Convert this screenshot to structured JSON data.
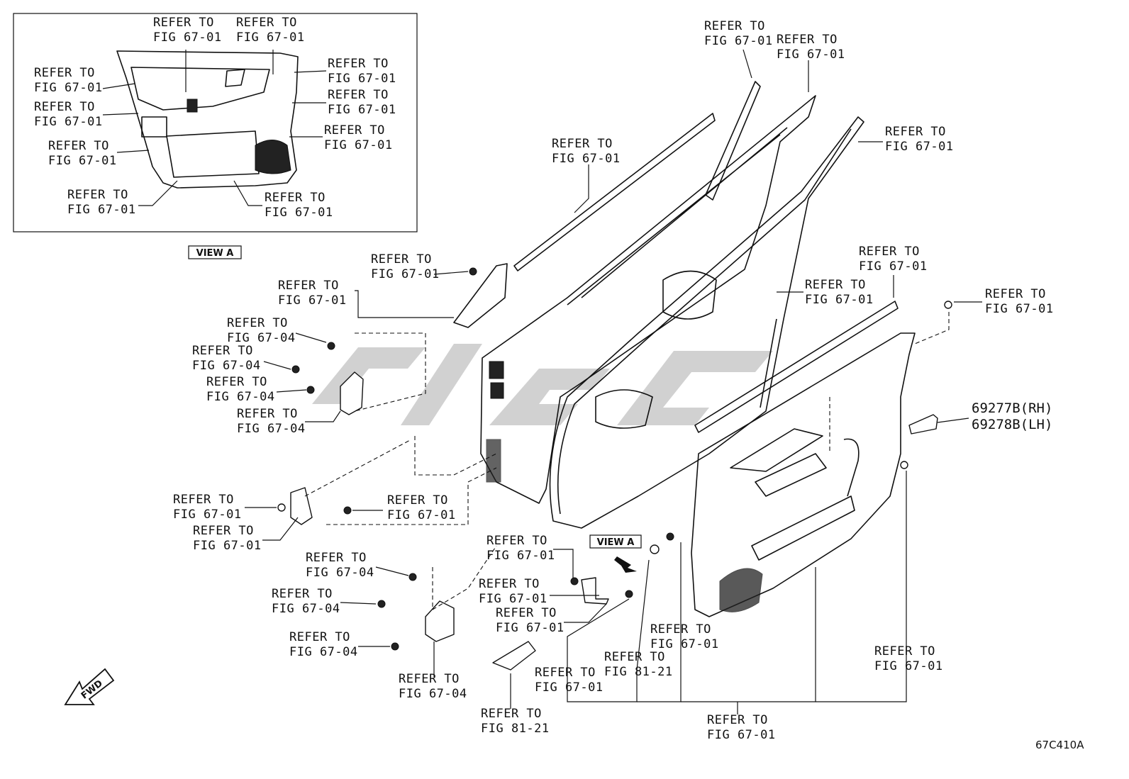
{
  "figure_code": "67C410A",
  "view_tags": {
    "upper": "VIEW A",
    "lower": "VIEW A"
  },
  "fwd_label": "FWD",
  "watermark": "CIMC",
  "part_numbers": {
    "rh": "69277B(RH)",
    "lh": "69278B(LH)"
  },
  "callouts": [
    {
      "l1": "REFER TO",
      "l2": "FIG 67-01"
    },
    {
      "l1": "REFER TO",
      "l2": "FIG 67-01"
    },
    {
      "l1": "REFER TO",
      "l2": "FIG 67-01"
    },
    {
      "l1": "REFER TO",
      "l2": "FIG 67-01"
    },
    {
      "l1": "REFER TO",
      "l2": "FIG 67-01"
    },
    {
      "l1": "REFER TO",
      "l2": "FIG 67-01"
    },
    {
      "l1": "REFER TO",
      "l2": "FIG 67-01"
    },
    {
      "l1": "REFER TO",
      "l2": "FIG 67-01"
    },
    {
      "l1": "REFER TO",
      "l2": "FIG 67-01"
    },
    {
      "l1": "REFER TO",
      "l2": "FIG 67-01"
    },
    {
      "l1": "REFER TO",
      "l2": "FIG 67-01"
    },
    {
      "l1": "REFER TO",
      "l2": "FIG 67-01"
    },
    {
      "l1": "REFER TO",
      "l2": "FIG 67-01"
    },
    {
      "l1": "REFER TO",
      "l2": "FIG 67-01"
    },
    {
      "l1": "REFER TO",
      "l2": "FIG 67-01"
    },
    {
      "l1": "REFER TO",
      "l2": "FIG 67-01"
    },
    {
      "l1": "REFER TO",
      "l2": "FIG 67-01"
    },
    {
      "l1": "REFER TO",
      "l2": "FIG 67-01"
    },
    {
      "l1": "REFER TO",
      "l2": "FIG 67-01"
    },
    {
      "l1": "REFER TO",
      "l2": "FIG 67-04"
    },
    {
      "l1": "REFER TO",
      "l2": "FIG 67-04"
    },
    {
      "l1": "REFER TO",
      "l2": "FIG 67-04"
    },
    {
      "l1": "REFER TO",
      "l2": "FIG 67-04"
    },
    {
      "l1": "REFER TO",
      "l2": "FIG 67-01"
    },
    {
      "l1": "REFER TO",
      "l2": "FIG 67-01"
    },
    {
      "l1": "REFER TO",
      "l2": "FIG 67-01"
    },
    {
      "l1": "REFER TO",
      "l2": "FIG 67-04"
    },
    {
      "l1": "REFER TO",
      "l2": "FIG 67-04"
    },
    {
      "l1": "REFER TO",
      "l2": "FIG 67-04"
    },
    {
      "l1": "REFER TO",
      "l2": "FIG 67-04"
    },
    {
      "l1": "REFER TO",
      "l2": "FIG 67-01"
    },
    {
      "l1": "REFER TO",
      "l2": "FIG 67-01"
    },
    {
      "l1": "REFER TO",
      "l2": "FIG 67-01"
    },
    {
      "l1": "REFER TO",
      "l2": "FIG 81-21"
    },
    {
      "l1": "REFER TO",
      "l2": "FIG 67-01"
    },
    {
      "l1": "REFER TO",
      "l2": "FIG 81-21"
    },
    {
      "l1": "REFER TO",
      "l2": "FIG 67-01"
    },
    {
      "l1": "REFER TO",
      "l2": "FIG 67-01"
    },
    {
      "l1": "REFER TO",
      "l2": "FIG 67-01"
    }
  ]
}
